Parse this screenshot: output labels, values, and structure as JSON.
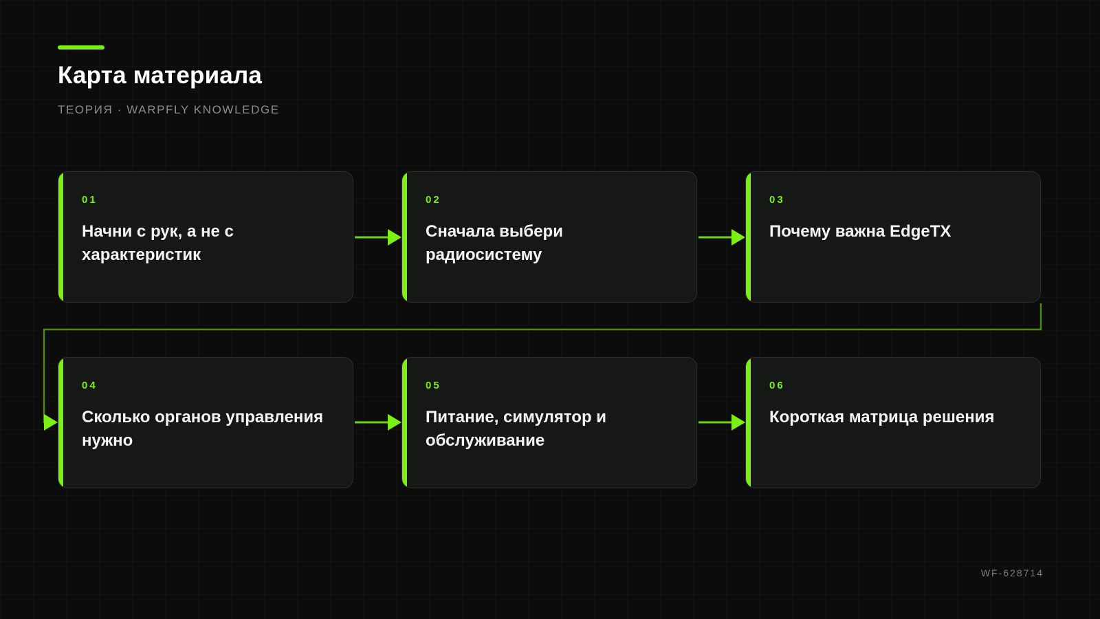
{
  "header": {
    "title": "Карта материала",
    "subtitle": "ТЕОРИЯ · WARPFLY KNOWLEDGE"
  },
  "steps": [
    {
      "num": "01",
      "label": "Начни с рук, а не с характеристик"
    },
    {
      "num": "02",
      "label": "Сначала выбери радиосистему"
    },
    {
      "num": "03",
      "label": "Почему важна EdgeTX"
    },
    {
      "num": "04",
      "label": "Сколько органов управления нужно"
    },
    {
      "num": "05",
      "label": "Питание, симулятор и обслуживание"
    },
    {
      "num": "06",
      "label": "Короткая матрица решения"
    }
  ],
  "footer": {
    "code": "WF-628714"
  },
  "colors": {
    "accent": "#7cf014",
    "background": "#0b0c0b",
    "card": "#161816",
    "connector_dim": "#4a8a12"
  }
}
